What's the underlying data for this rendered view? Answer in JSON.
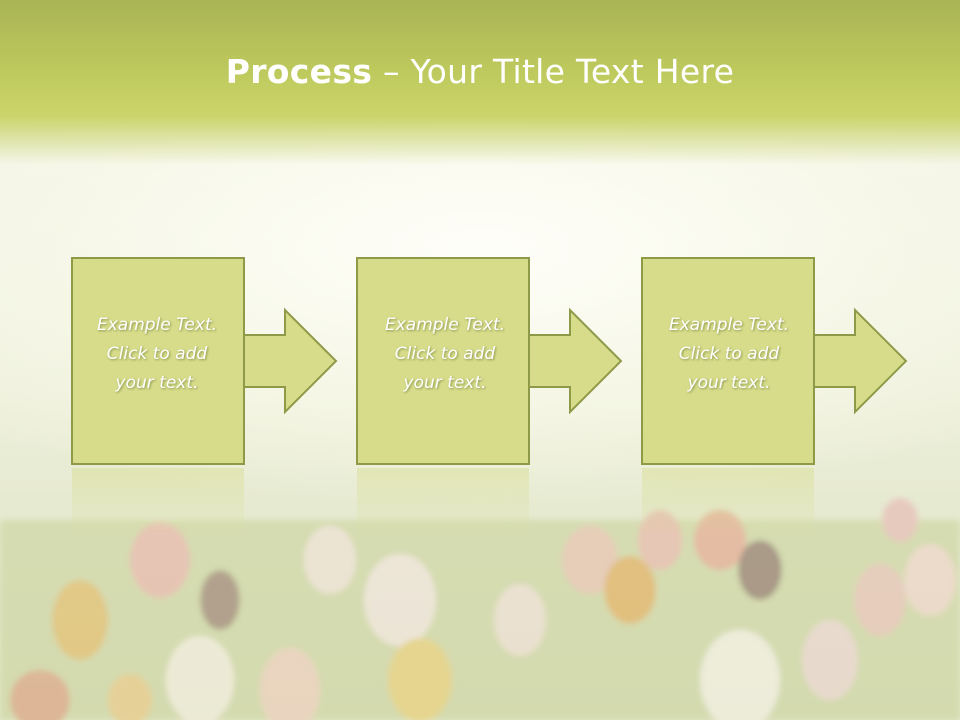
{
  "title": {
    "bold": "Process",
    "rest": " – Your Title Text Here"
  },
  "steps": [
    {
      "line1": "Example Text.",
      "line2": "Click  to add",
      "line3": "your text."
    },
    {
      "line1": "Example Text.",
      "line2": "Click  to add",
      "line3": "your text."
    },
    {
      "line1": "Example Text.",
      "line2": "Click  to add",
      "line3": "your text."
    }
  ],
  "colors": {
    "header": "#bcc85c",
    "box_fill": "#d6dc8a",
    "box_stroke": "#8f9a48",
    "text": "#ffffff"
  }
}
